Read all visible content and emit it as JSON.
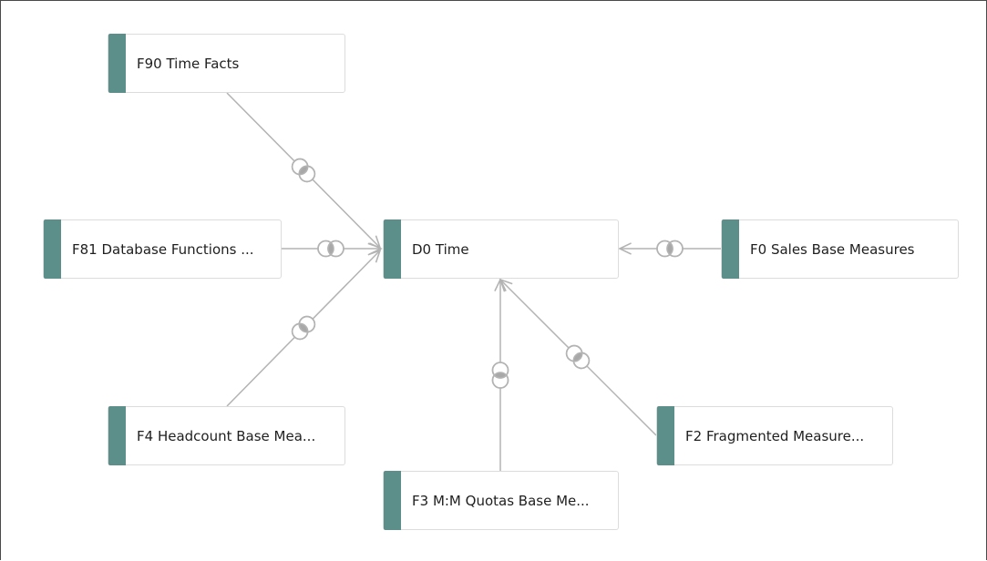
{
  "diagram": {
    "center_node": {
      "id": "d0",
      "label": "D0 Time"
    },
    "nodes": [
      {
        "id": "f90",
        "label": "F90 Time Facts"
      },
      {
        "id": "f81",
        "label": "F81 Database Functions ..."
      },
      {
        "id": "f4",
        "label": "F4 Headcount Base Mea..."
      },
      {
        "id": "f3",
        "label": "F3 M:M Quotas Base Me..."
      },
      {
        "id": "f2",
        "label": "F2 Fragmented Measure..."
      },
      {
        "id": "f0",
        "label": "F0 Sales Base Measures"
      }
    ],
    "joins": [
      {
        "from": "f90",
        "to": "d0"
      },
      {
        "from": "f81",
        "to": "d0"
      },
      {
        "from": "f4",
        "to": "d0"
      },
      {
        "from": "f3",
        "to": "d0"
      },
      {
        "from": "f2",
        "to": "d0"
      },
      {
        "from": "f0",
        "to": "d0"
      }
    ],
    "colors": {
      "node_accent": "#5c8e8a",
      "connector": "#b3b3b3",
      "node_border": "#dcdcdc"
    },
    "icons": {
      "join": "inner-join-icon",
      "arrow": "arrowhead-icon"
    }
  }
}
